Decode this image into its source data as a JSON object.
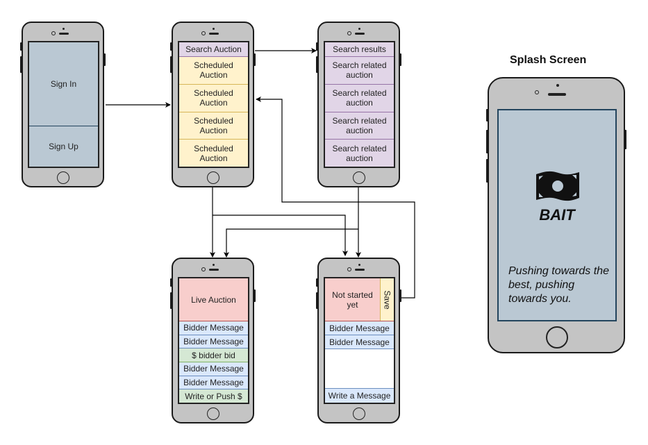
{
  "splash_title": "Splash Screen",
  "screens": {
    "auth": {
      "sign_in": "Sign In",
      "sign_up": "Sign Up"
    },
    "home": {
      "search": "Search Auction",
      "items": [
        "Scheduled\nAuction",
        "Scheduled\nAuction",
        "Scheduled\nAuction",
        "Scheduled\nAuction"
      ]
    },
    "results": {
      "header": "Search results",
      "items": [
        "Search related\nauction",
        "Search related\nauction",
        "Search related\nauction",
        "Search related\nauction"
      ]
    },
    "live": {
      "header": "Live Auction",
      "rows": [
        {
          "text": "Bidder Message",
          "kind": "message"
        },
        {
          "text": "Bidder Message",
          "kind": "message"
        },
        {
          "text": "$ bidder bid",
          "kind": "bid"
        },
        {
          "text": "Bidder Message",
          "kind": "message"
        },
        {
          "text": "Bidder Message",
          "kind": "message"
        },
        {
          "text": "Write or Push $",
          "kind": "input"
        }
      ]
    },
    "pending": {
      "header": "Not started\nyet",
      "save": "Save",
      "rows": [
        "Bidder Message",
        "Bidder Message"
      ],
      "input": "Write a Message"
    },
    "splash": {
      "logo_icon": "money-bill-wave-icon",
      "app_name": "BAIT",
      "tagline": "Pushing towards the best, pushing towards you."
    }
  },
  "colors": {
    "phone_body": "#c4c4c4",
    "screen_blue_gray": "#bac8d3",
    "purple": "#e1d5e7",
    "yellow": "#fff2cc",
    "red": "#f8cecc",
    "light_blue": "#dae8fc",
    "green": "#d5e8d4"
  }
}
